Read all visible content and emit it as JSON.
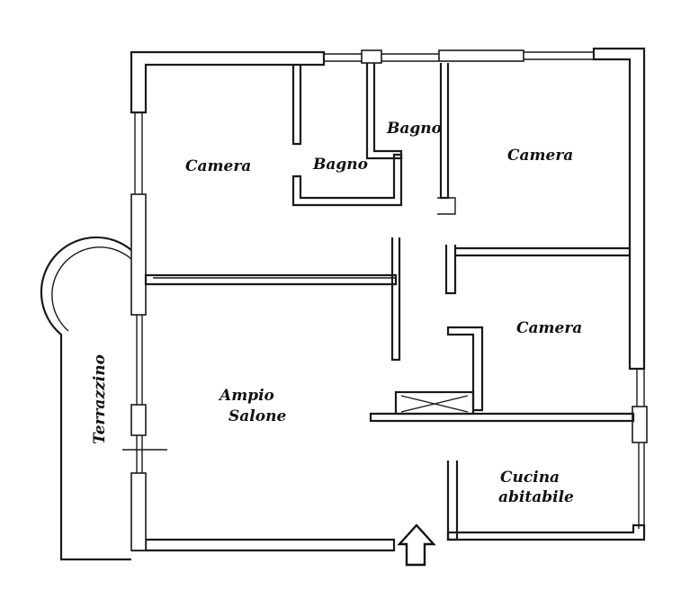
{
  "rooms": {
    "camera_top_left": "Camera",
    "bagno_left": "Bagno",
    "bagno_right": "Bagno",
    "camera_top_right": "Camera",
    "camera_middle_right": "Camera",
    "salone_line1": "Ampio",
    "salone_line2": "Salone",
    "cucina_line1": "Cucina",
    "cucina_line2": "abitabile",
    "terrazzino": "Terrazzino"
  }
}
